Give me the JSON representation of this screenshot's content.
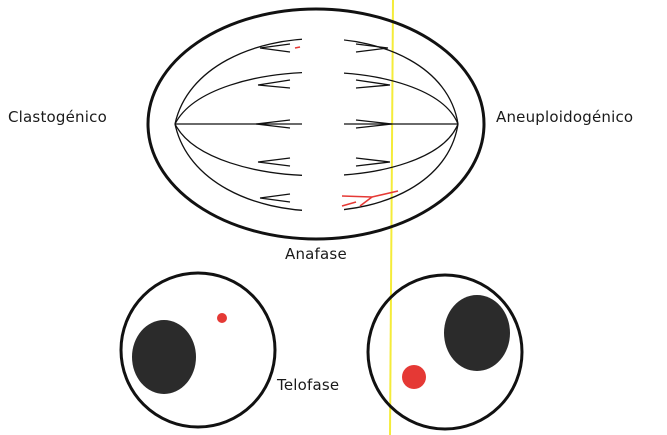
{
  "labels": {
    "left": "Clastogénico",
    "right": "Aneuploidogénico",
    "anaphase": "Anafase",
    "telophase": "Telofase"
  },
  "colors": {
    "outline": "#111111",
    "nucleus": "#2b2b2b",
    "micronucleus": "#e53935",
    "fragment": "#e53935",
    "guide_line": "#f5ec3a"
  }
}
